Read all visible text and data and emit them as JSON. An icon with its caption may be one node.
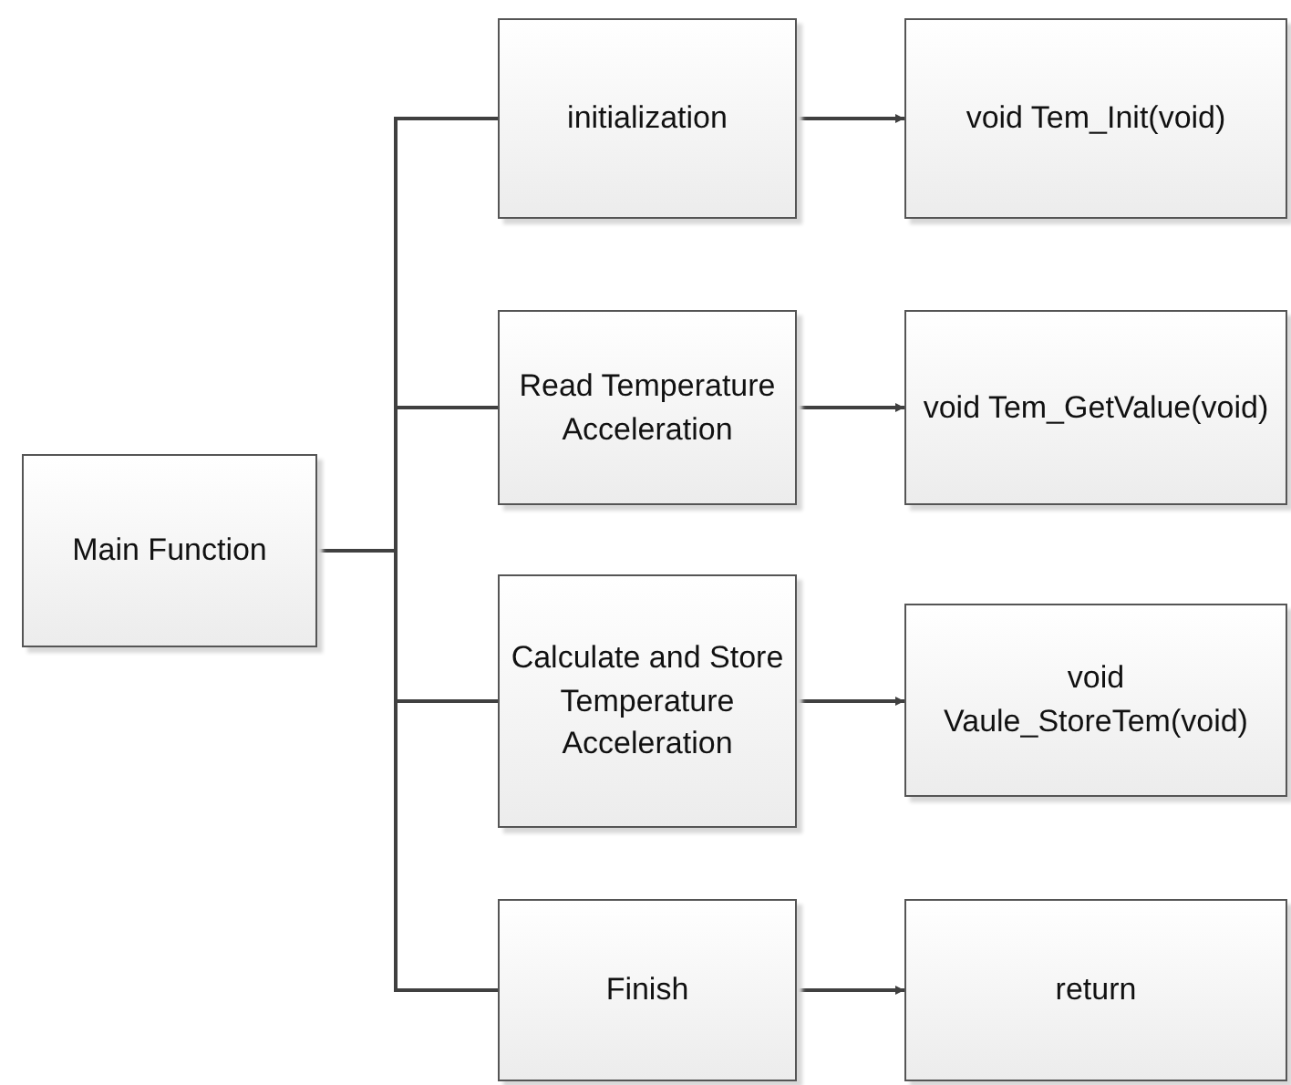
{
  "diagram": {
    "nodes": [
      {
        "text": [
          "Main Function"
        ]
      },
      {
        "text": [
          "initialization"
        ]
      },
      {
        "text": [
          "void Tem_Init(void)"
        ]
      },
      {
        "text": [
          "Read Temperature Acceleration"
        ]
      },
      {
        "text": [
          "void Tem_GetValue(void)"
        ]
      },
      {
        "text": [
          "Calculate and Store Temperature Acceleration"
        ]
      },
      {
        "text": [
          "void Vaule_StoreTem(void)"
        ]
      },
      {
        "text": [
          "Finish"
        ]
      },
      {
        "text": [
          "return"
        ]
      }
    ],
    "edges": [
      {
        "from": 0,
        "to": 1,
        "arrow": "none"
      },
      {
        "from": 0,
        "to": 3,
        "arrow": "none"
      },
      {
        "from": 0,
        "to": 5,
        "arrow": "none"
      },
      {
        "from": 0,
        "to": 7,
        "arrow": "none"
      },
      {
        "from": 1,
        "to": 2,
        "arrow": "to"
      },
      {
        "from": 3,
        "to": 4,
        "arrow": "to"
      },
      {
        "from": 5,
        "to": 6,
        "arrow": "to"
      },
      {
        "from": 7,
        "to": 8,
        "arrow": "to"
      }
    ]
  }
}
